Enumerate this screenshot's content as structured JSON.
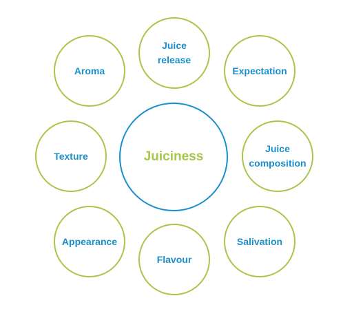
{
  "center": {
    "label": "Juiciness"
  },
  "nodes": {
    "aroma": {
      "label": "Aroma"
    },
    "juice_release": {
      "label": "Juice\nrelease"
    },
    "expectation": {
      "label": "Expectation"
    },
    "texture": {
      "label": "Texture"
    },
    "juice_composition": {
      "label": "Juice\ncomposition"
    },
    "appearance": {
      "label": "Appearance"
    },
    "flavour": {
      "label": "Flavour"
    },
    "salivation": {
      "label": "Salivation"
    }
  },
  "colors": {
    "outer_border": "#a8c64a",
    "outer_text": "#1b8fc9",
    "center_border": "#1b8fc9",
    "center_text": "#a8c64a"
  }
}
